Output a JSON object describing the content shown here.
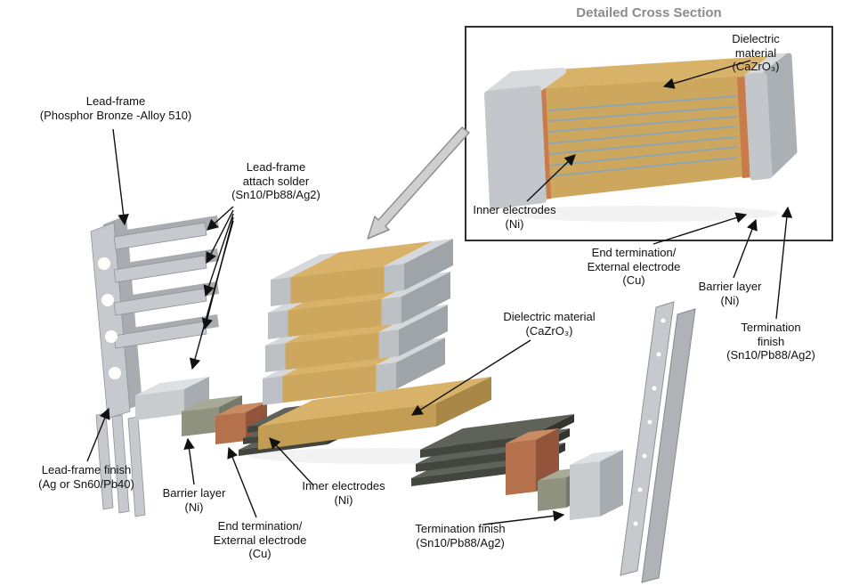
{
  "figure": {
    "inset": {
      "title": "Detailed Cross Section",
      "labels": {
        "dielectric": "Dielectric material\n(CaZrO₃)",
        "inner_electrodes": "Inner electrodes\n(Ni)",
        "end_termination": "End termination/\nExternal electrode\n(Cu)",
        "barrier_layer": "Barrier layer\n(Ni)",
        "termination_finish": "Termination finish\n(Sn10/Pb88/Ag2)"
      }
    },
    "exploded_view": {
      "labels": {
        "lead_frame": "Lead-frame\n(Phosphor Bronze -Alloy 510)",
        "lead_frame_attach_solder": "Lead-frame\nattach solder\n(Sn10/Pb88/Ag2)",
        "dielectric": "Dielectric material\n(CaZrO₃)",
        "lead_frame_finish": "Lead-frame finish\n(Ag or Sn60/Pb40)",
        "barrier_layer": "Barrier layer\n(Ni)",
        "end_termination": "End termination/\nExternal electrode\n(Cu)",
        "inner_electrodes": "Inner electrodes\n(Ni)",
        "termination_finish": "Termination finish\n(Sn10/Pb88/Ag2)"
      }
    },
    "colors": {
      "dielectric_tan": "#CEA75F",
      "dielectric_tan_light": "#D9B26A",
      "dielectric_tan_dark": "#A98747",
      "end_cap_gray": "#C3C7CB",
      "end_cap_gray_light": "#D8DBDE",
      "end_cap_gray_dark": "#9FA4A9",
      "copper": "#B5714B",
      "nickel_barrier_olive": "#8E927F",
      "inner_electrode_dark": "#43463F",
      "lead_frame_gray": "#C6CACE",
      "electrode_line_blue": "#8FA4B2",
      "termination_orange": "#C97B4A",
      "inset_border": "#2F2F2F",
      "title_gray": "#8C8C8C",
      "arrow_black": "#111111",
      "zoom_arrow_gray": "#CFCFCF"
    }
  }
}
